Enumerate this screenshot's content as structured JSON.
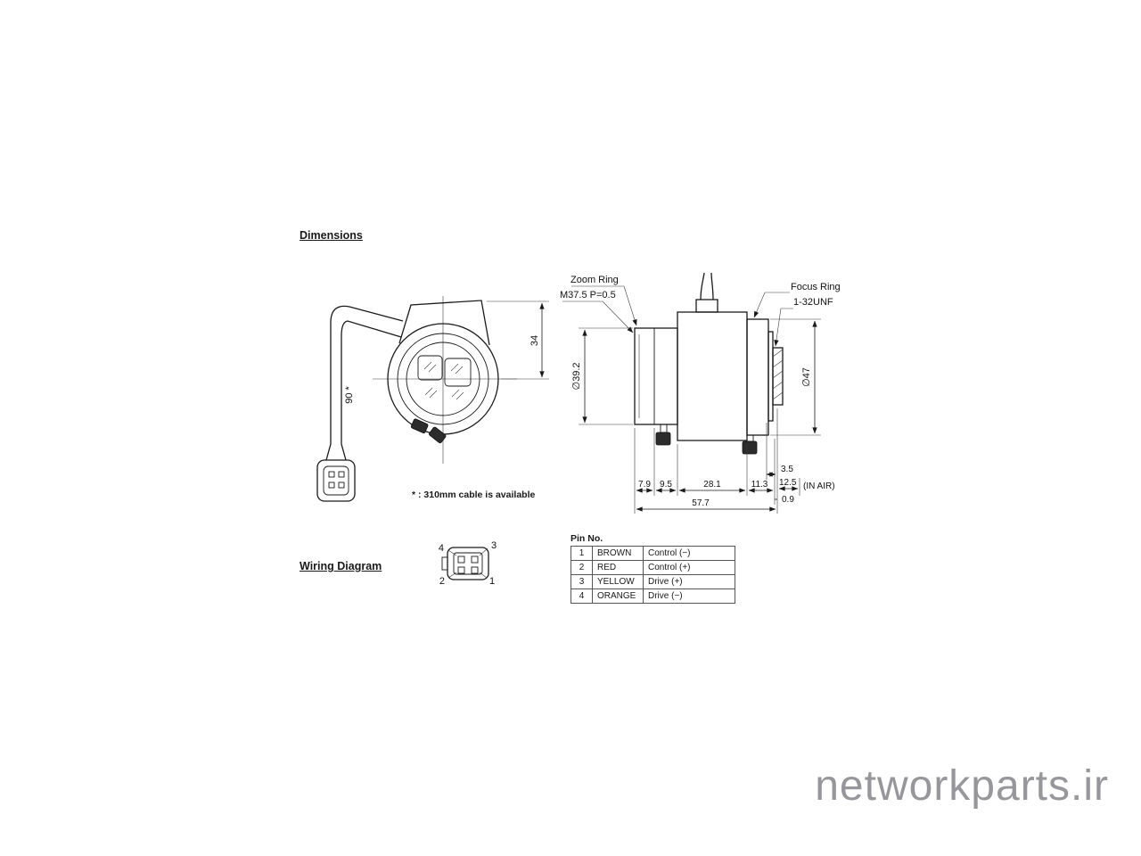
{
  "headings": {
    "dimensions": "Dimensions",
    "wiring": "Wiring Diagram"
  },
  "note": "* : 310mm cable is available",
  "front_view": {
    "dim_height": "34",
    "dim_cable": "90 *"
  },
  "side_view": {
    "zoom_ring": "Zoom Ring",
    "front_thread": "M37.5 P=0.5",
    "focus_ring": "Focus Ring",
    "rear_thread": "1-32UNF",
    "dia_front": "∅39.2",
    "dia_rear": "∅47",
    "in_air": "(IN AIR)",
    "dims": {
      "seg1": "7.9",
      "seg2": "9.5",
      "seg3": "28.1",
      "seg4": "11.3",
      "thread_depth": "3.5",
      "flange_back": "12.5",
      "lip": "0.9",
      "total": "57.7"
    }
  },
  "connector": {
    "pin_tl": "4",
    "pin_tr": "3",
    "pin_bl": "2",
    "pin_br": "1"
  },
  "pin_table": {
    "title": "Pin No.",
    "rows": [
      {
        "no": "1",
        "color": "BROWN",
        "function": "Control (−)"
      },
      {
        "no": "2",
        "color": "RED",
        "function": "Control (+)"
      },
      {
        "no": "3",
        "color": "YELLOW",
        "function": "Drive (+)"
      },
      {
        "no": "4",
        "color": "ORANGE",
        "function": "Drive (−)"
      }
    ]
  },
  "watermark": "networkparts.ir"
}
